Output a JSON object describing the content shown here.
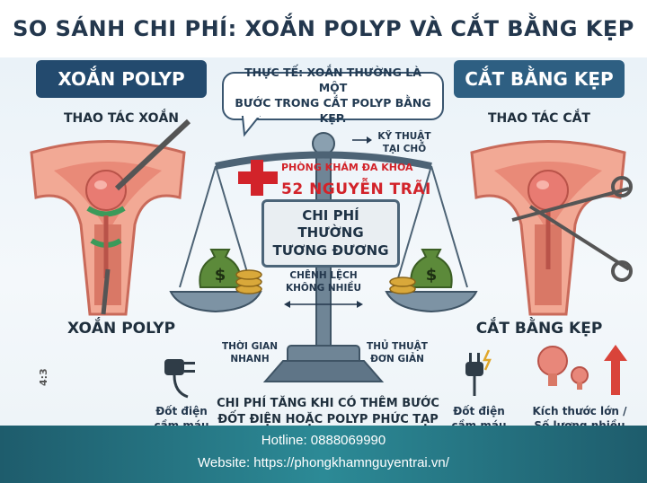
{
  "title": "SO SÁNH CHI PHÍ: XOẮN POLYP VÀ CẮT BẰNG KẸP",
  "left": {
    "tag": "XOẮN POLYP",
    "action": "THAO TÁC XOẮN",
    "method_label": "XOẮN POLYP",
    "tool_caption_line1": "Đốt điện",
    "tool_caption_line2": "cầm máu",
    "icon": "plug-icon"
  },
  "right": {
    "tag": "CẮT BẰNG KẸP",
    "action": "THAO TÁC CẮT",
    "method_label": "CẮT BẰNG KẸP",
    "tool_caption_line1": "Đốt điện",
    "tool_caption_line2": "cầm máu",
    "size_caption_line1": "Kích thước lớn /",
    "size_caption_line2": "Số lượng nhiều",
    "icons": [
      "plug-icon",
      "polyp-sizes-icon",
      "up-arrow-icon"
    ]
  },
  "bubble": {
    "line1": "THỰC TẾ: XOẮN THƯỜNG LÀ MỘT",
    "line2": "BƯỚC TRONG CẮT POLYP BẰNG KẸP."
  },
  "notes": {
    "technique_line1": "KỸ THUẬT",
    "technique_line2": "TẠI CHỖ",
    "diff_line1": "CHÊNH LỆCH",
    "diff_line2": "KHÔNG NHIỀU",
    "time_line1": "THỜI GIAN",
    "time_line2": "NHANH",
    "simple_line1": "THỦ THUẬT",
    "simple_line2": "ĐƠN GIẢN"
  },
  "clinic": {
    "name": "PHÒNG KHÁM ĐA KHOA",
    "address": "52 NGUYỄN TRÃI"
  },
  "center": {
    "line1": "CHI PHÍ",
    "line2": "THƯỜNG",
    "line3": "TƯƠNG ĐƯƠNG"
  },
  "bottom": {
    "line1": "CHI PHÍ TĂNG KHI CÓ THÊM BƯỚC",
    "line2": "ĐỐT ĐIỆN HOẶC POLYP PHỨC TẠP"
  },
  "aspect": "4:3",
  "footer": {
    "hotline": "Hotline: 0888069990",
    "website": "Website: https://phongkhamnguyentrai.vn/"
  },
  "colors": {
    "navy": "#234a6e",
    "clinic_red": "#d2232a",
    "footer_teal": "#2c8a96",
    "money_green": "#5c8a3a",
    "coin_gold": "#d9a83a"
  }
}
